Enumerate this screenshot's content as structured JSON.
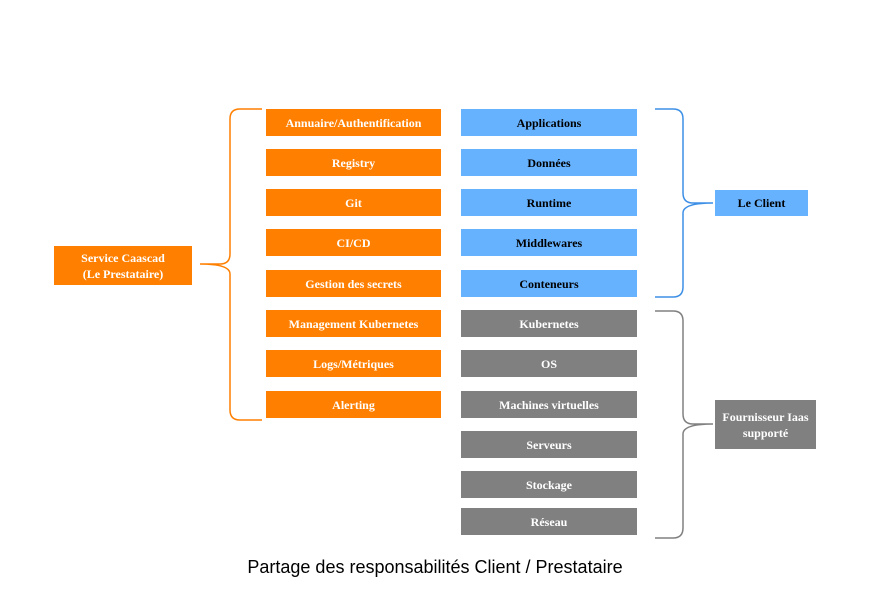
{
  "provider": {
    "label": "Service Caascad\n(Le Prestataire)",
    "color": "#ff7f00"
  },
  "provider_items": [
    "Annuaire/Authentification",
    "Registry",
    "Git",
    "CI/CD",
    "Gestion des secrets",
    "Management Kubernetes",
    "Logs/Métriques",
    "Alerting"
  ],
  "client_items": [
    "Applications",
    "Données",
    "Runtime",
    "Middlewares",
    "Conteneurs"
  ],
  "client": {
    "label": "Le Client",
    "color": "#66b2ff"
  },
  "iaas_items": [
    "Kubernetes",
    "OS",
    "Machines virtuelles",
    "Serveurs",
    "Stockage",
    "Réseau"
  ],
  "iaas": {
    "label": "Fournisseur Iaas\nsupporté",
    "color": "#808080"
  },
  "caption": "Partage des responsabilités Client / Prestataire"
}
